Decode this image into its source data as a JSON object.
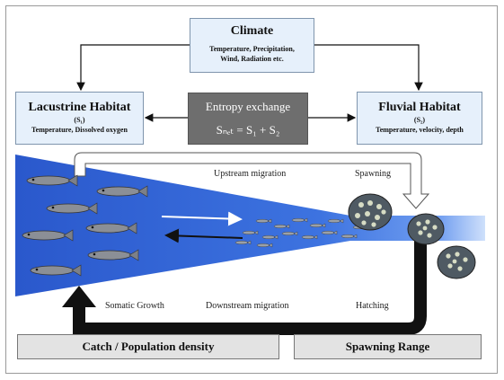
{
  "climate": {
    "title": "Climate",
    "line1": "Temperature, Precipitation,",
    "line2": "Wind, Radiation etc."
  },
  "lacustrine": {
    "title": "Lacustrine Habitat",
    "sub": "(S₁)",
    "desc": "Temperature, Dissolved oxygen"
  },
  "fluvial": {
    "title": "Fluvial Habitat",
    "sub": "(S₂)",
    "desc": "Temperature, velocity, depth"
  },
  "entropy": {
    "title": "Entropy exchange",
    "formula": "Sₙₑₜ = S₁ + S₂"
  },
  "labels": {
    "upstream": "Upstream migration",
    "spawning": "Spawning",
    "somatic": "Somatic Growth",
    "downstream": "Downstream migration",
    "hatching": "Hatching"
  },
  "bottom": {
    "left": "Catch / Population density",
    "right": "Spawning Range"
  },
  "colors": {
    "water": "#2f5fd0",
    "box_fill": "#e6f0fb",
    "entropy_fill": "#6e6e6e"
  }
}
